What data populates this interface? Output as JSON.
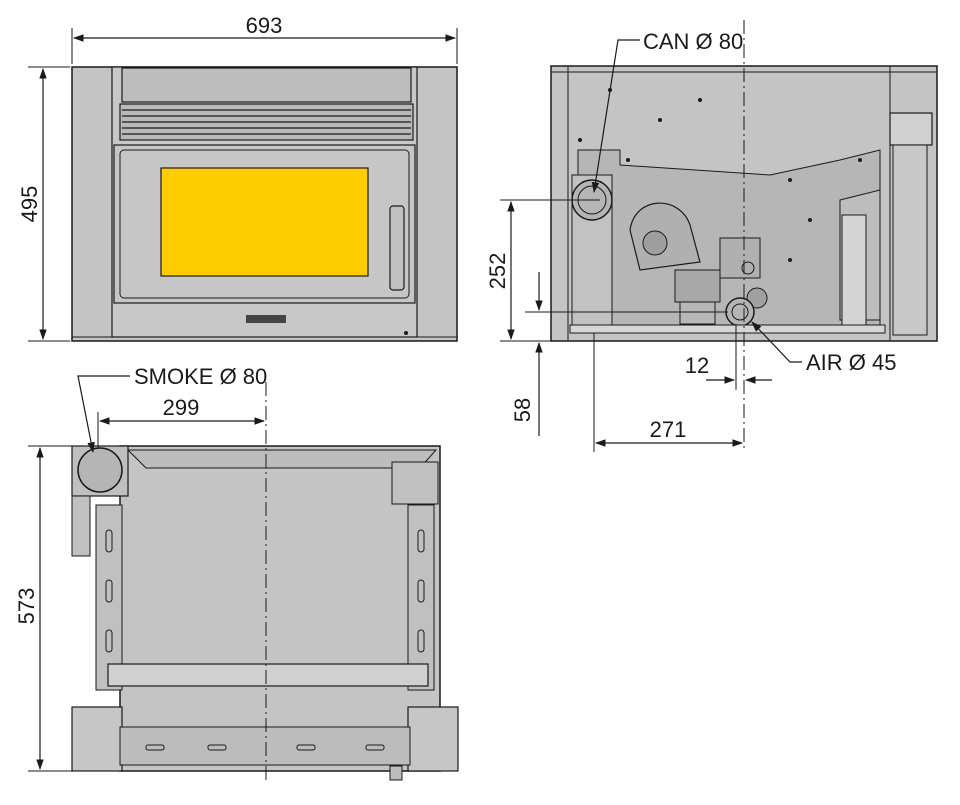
{
  "colors": {
    "body": "#c4c4c4",
    "body_dark": "#a9a9a9",
    "glass": "#ffcc00",
    "line": "#1a1a1a"
  },
  "front_view": {
    "width_label": "693",
    "height_label": "495"
  },
  "side_view": {
    "can_label": "CAN Ø 80",
    "air_label": "AIR Ø 45",
    "dim_252": "252",
    "dim_58": "58",
    "dim_12": "12",
    "dim_271": "271"
  },
  "top_view": {
    "smoke_label": "SMOKE Ø 80",
    "dim_299": "299",
    "dim_573": "573"
  }
}
